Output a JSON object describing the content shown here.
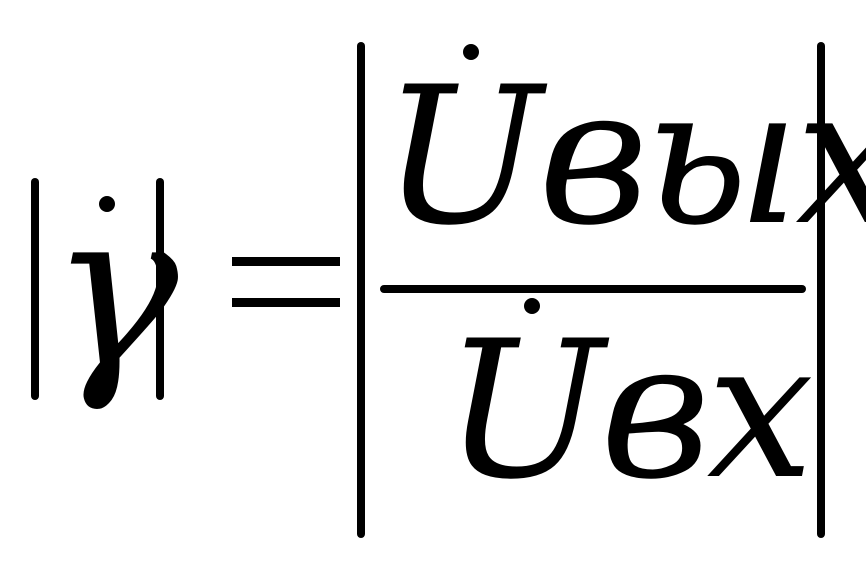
{
  "formula": {
    "lhs_symbol": "γ",
    "equals_sign": "=",
    "numerator": "Uвых",
    "denominator": "Uвх"
  },
  "colors": {
    "ink": "#000000",
    "background": "#ffffff"
  }
}
